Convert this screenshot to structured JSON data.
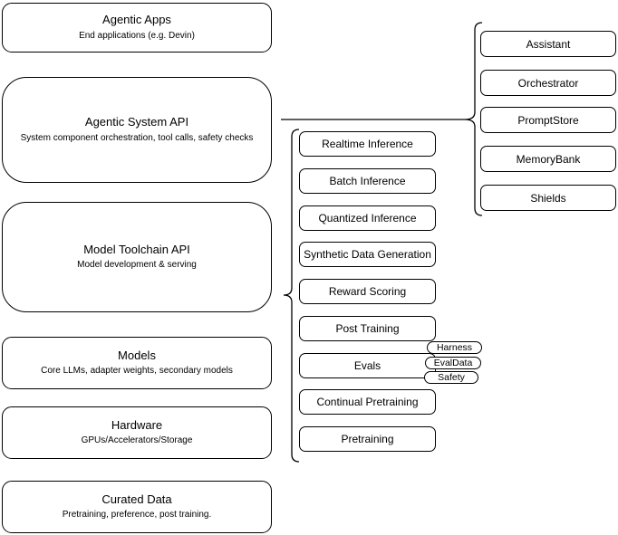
{
  "diagram": {
    "left": [
      {
        "title": "Agentic Apps",
        "subtitle": "End applications (e.g. Devin)"
      },
      {
        "title": "Agentic System API",
        "subtitle": "System component orchestration, tool calls, safety checks"
      },
      {
        "title": "Model Toolchain API",
        "subtitle": "Model development & serving"
      },
      {
        "title": "Models",
        "subtitle": "Core LLMs, adapter weights, secondary models"
      },
      {
        "title": "Hardware",
        "subtitle": "GPUs/Accelerators/Storage"
      },
      {
        "title": "Curated Data",
        "subtitle": "Pretraining, preference, post training."
      }
    ],
    "middle": [
      "Realtime Inference",
      "Batch Inference",
      "Quantized Inference",
      "Synthetic Data Generation",
      "Reward Scoring",
      "Post Training",
      "Evals",
      "Continual Pretraining",
      "Pretraining"
    ],
    "evals_tags": [
      "Harness",
      "EvalData",
      "Safety"
    ],
    "right": [
      "Assistant",
      "Orchestrator",
      "PromptStore",
      "MemoryBank",
      "Shields"
    ],
    "colors": {
      "stroke": "#000000",
      "fill": "#ffffff"
    }
  }
}
